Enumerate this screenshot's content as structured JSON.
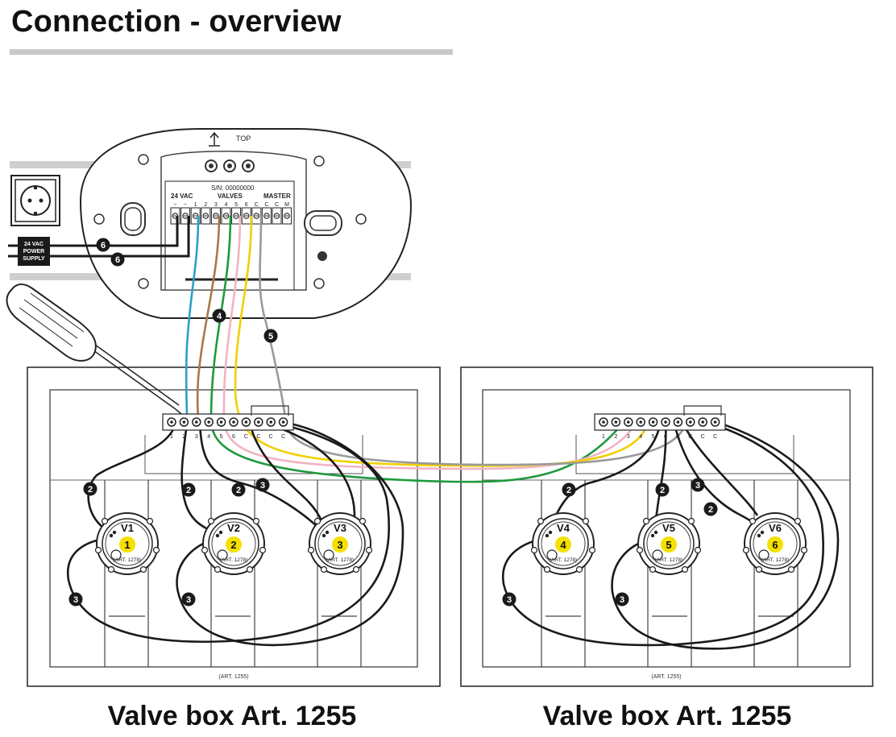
{
  "header": {
    "title": "Connection - overview"
  },
  "controller": {
    "top_label": "TOP",
    "serial": "S/N: 00000000",
    "group_labels": {
      "power": "24 VAC",
      "valves": "VALVES",
      "master": "MASTER"
    },
    "terminal_labels": [
      "~",
      "~",
      "1",
      "2",
      "3",
      "4",
      "5",
      "6",
      "C",
      "C",
      "C",
      "M"
    ]
  },
  "power_supply": {
    "lines": [
      "24 VAC",
      "POWER",
      "SUPPLY"
    ]
  },
  "callouts": {
    "two": "2",
    "three": "3",
    "four": "4",
    "five": "5",
    "six": "6"
  },
  "valve_boxes": [
    {
      "caption": "Valve box Art. 1255",
      "art_label": "(ART. 1255)",
      "terminal_labels": [
        "1",
        "2",
        "3",
        "4",
        "5",
        "6",
        "C",
        "C",
        "C",
        "C"
      ],
      "valves": [
        {
          "label": "V1",
          "number": "1",
          "art": "(ART. 1278)"
        },
        {
          "label": "V2",
          "number": "2",
          "art": "(ART. 1278)"
        },
        {
          "label": "V3",
          "number": "3",
          "art": "(ART. 1278)"
        }
      ]
    },
    {
      "caption": "Valve box Art. 1255",
      "art_label": "(ART. 1255)",
      "terminal_labels": [
        "1",
        "2",
        "3",
        "4",
        "5",
        "6",
        "C",
        "C",
        "C",
        "C"
      ],
      "valves": [
        {
          "label": "V4",
          "number": "4",
          "art": "(ART. 1278)"
        },
        {
          "label": "V5",
          "number": "5",
          "art": "(ART. 1278)"
        },
        {
          "label": "V6",
          "number": "6",
          "art": "(ART. 1278)"
        }
      ]
    }
  ],
  "colors": {
    "wire_blue": "#2aa0c8",
    "wire_brown": "#a8784a",
    "wire_green": "#1e9a3c",
    "wire_pink": "#f2b3c3",
    "wire_yellow": "#f0d000",
    "wire_gray": "#9a9a9a",
    "wire_black": "#1a1a1a",
    "badge_yellow": "#f5e000"
  }
}
